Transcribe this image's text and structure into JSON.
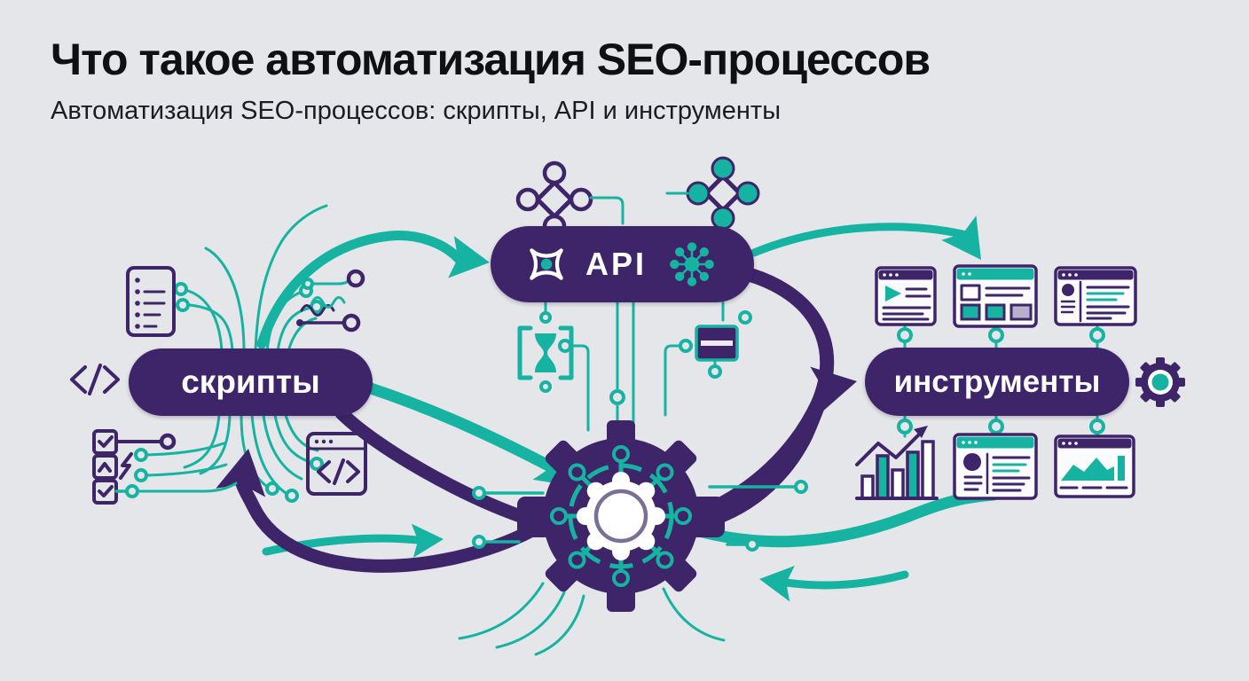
{
  "header": {
    "title": "Что такое автоматизация SEO-процессов",
    "subtitle": "Автоматизация SEO-процессов: скрипты, API и инструменты"
  },
  "diagram": {
    "nodes": [
      {
        "id": "scripts",
        "label": "скрипты"
      },
      {
        "id": "api",
        "label": "API"
      },
      {
        "id": "tools",
        "label": "инструменты"
      }
    ],
    "hub": {
      "id": "gear",
      "description": "центральная шестерёнка (автоматизация)"
    },
    "flows": [
      {
        "from": "scripts",
        "to": "api",
        "color": "#16b3a2"
      },
      {
        "from": "scripts",
        "to": "gear",
        "color": "#16b3a2"
      },
      {
        "from": "scripts",
        "to": "gear",
        "color": "#3e2468"
      },
      {
        "from": "gear",
        "to": "scripts",
        "color": "#3e2468"
      },
      {
        "from": "api",
        "to": "gear",
        "color": "#3e2468"
      },
      {
        "from": "api",
        "to": "tools",
        "color": "#16b3a2"
      },
      {
        "from": "gear",
        "to": "tools",
        "color": "#3e2468"
      },
      {
        "from": "gear",
        "to": "tools",
        "color": "#16b3a2"
      },
      {
        "from": "tools",
        "to": "gear",
        "color": "#16b3a2"
      }
    ],
    "icons": {
      "scripts_cluster": [
        "document-list-icon",
        "code-tag-icon",
        "checklist-icon",
        "lightning-icon",
        "wave-circuit-icon",
        "browser-code-icon"
      ],
      "api_cluster": [
        "diamond-node-outline-icon",
        "diamond-node-filled-icon",
        "connector-bowtie-icon",
        "network-cluster-icon",
        "hourglass-brackets-icon",
        "equals-badge-icon"
      ],
      "tools_cluster": [
        "browser-video-icon",
        "browser-grid-icon",
        "browser-profile-icon",
        "bar-chart-growth-icon",
        "browser-report-icon",
        "browser-area-chart-icon",
        "gear-icon"
      ]
    },
    "colors": {
      "background": "#e4e6e9",
      "purple": "#3e2468",
      "teal": "#16b3a2",
      "text": "#101014",
      "white": "#ffffff"
    }
  }
}
